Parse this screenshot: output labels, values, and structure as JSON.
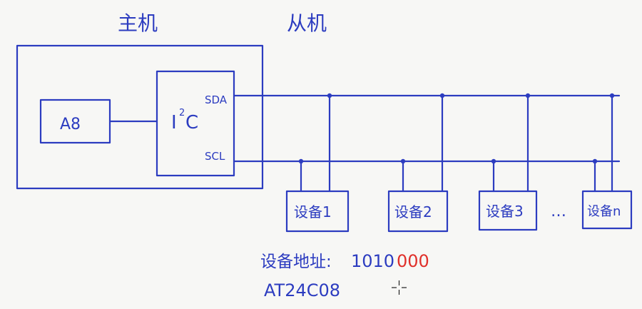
{
  "labels": {
    "master": "主机",
    "slave": "从机",
    "cpu": "A8",
    "controller_main": "I",
    "controller_sup": "2",
    "controller_tail": "C",
    "sda": "SDA",
    "scl": "SCL",
    "device1": "设备1",
    "device2": "设备2",
    "device3": "设备3",
    "ellipsis": "…",
    "devicen": "设备n",
    "address_label": "设备地址:",
    "address_fixed": "1010",
    "address_var": "000",
    "chip": "AT24C08"
  },
  "colors": {
    "ink": "#2c3cc0",
    "highlight": "#e0302a",
    "background": "#f7f7f5"
  },
  "cursor_icon": "crosshair-cursor-icon"
}
